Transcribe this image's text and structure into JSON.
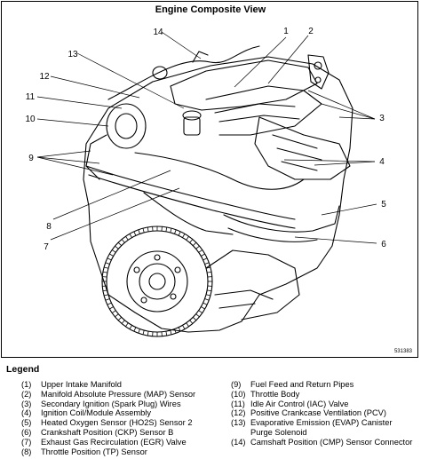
{
  "title": "Engine Composite View",
  "figure_id": "531383",
  "callouts": [
    "1",
    "2",
    "3",
    "4",
    "5",
    "6",
    "7",
    "8",
    "9",
    "10",
    "11",
    "12",
    "13",
    "14"
  ],
  "legend": {
    "title": "Legend",
    "left": [
      {
        "num": "(1)",
        "text": "Upper Intake Manifold"
      },
      {
        "num": "(2)",
        "text": "Manifold Absolute Pressure (MAP) Sensor"
      },
      {
        "num": "(3)",
        "text": "Secondary Ignition (Spark Plug) Wires"
      },
      {
        "num": "(4)",
        "text": "Ignition Coil/Module Assembly"
      },
      {
        "num": "(5)",
        "text": "Heated Oxygen Sensor (HO2S) Sensor 2"
      },
      {
        "num": "(6)",
        "text": "Crankshaft Position (CKP) Sensor B"
      },
      {
        "num": "(7)",
        "text": "Exhaust Gas Recirculation (EGR) Valve"
      },
      {
        "num": "(8)",
        "text": "Throttle Position (TP) Sensor"
      }
    ],
    "right": [
      {
        "num": "(9)",
        "text": "Fuel Feed and Return Pipes"
      },
      {
        "num": "(10)",
        "text": "Throttle Body"
      },
      {
        "num": "(11)",
        "text": "Idle Air Control (IAC) Valve"
      },
      {
        "num": "(12)",
        "text": "Positive Crankcase Ventilation (PCV)"
      },
      {
        "num": "(13)",
        "text": "Evaporative Emission (EVAP) Canister",
        "text2": "Purge Solenoid"
      },
      {
        "num": "(14)",
        "text": "Camshaft Position (CMP) Sensor Connector"
      }
    ]
  }
}
